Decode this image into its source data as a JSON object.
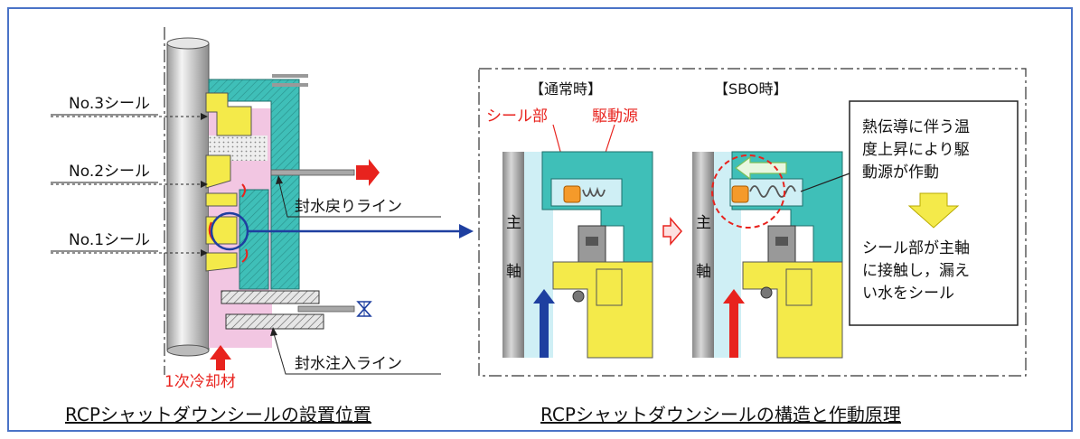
{
  "left_diagram": {
    "labels": {
      "seal3": "No.3シール",
      "seal2": "No.2シール",
      "seal1": "No.1シール",
      "return_line": "封水戻りライン",
      "injection_line": "封水注入ライン",
      "coolant": "1次冷却材"
    },
    "caption": "RCPシャットダウンシールの設置位置"
  },
  "right_diagram": {
    "normal": {
      "title": "【通常時】",
      "seal_part": "シール部",
      "drive_source": "駆動源",
      "shaft_char1": "主",
      "shaft_char2": "軸"
    },
    "sbo": {
      "title": "【SBO時】",
      "shaft_char1": "主",
      "shaft_char2": "軸",
      "callout_lines": [
        "熱伝導に伴う温",
        "度上昇により駆",
        "動源が作動"
      ],
      "result_lines": [
        "シール部が主軸",
        "に接触し，漏え",
        "い水をシール"
      ]
    },
    "caption": "RCPシャットダウンシールの構造と作動原理"
  },
  "colors": {
    "teal": "#3fbfb8",
    "pink": "#f2c6e2",
    "yellow": "#f4ea4a",
    "red": "#e8231e",
    "blue": "#1e3fa0",
    "orange": "#f59a2a",
    "frame": "#4a73c7"
  }
}
